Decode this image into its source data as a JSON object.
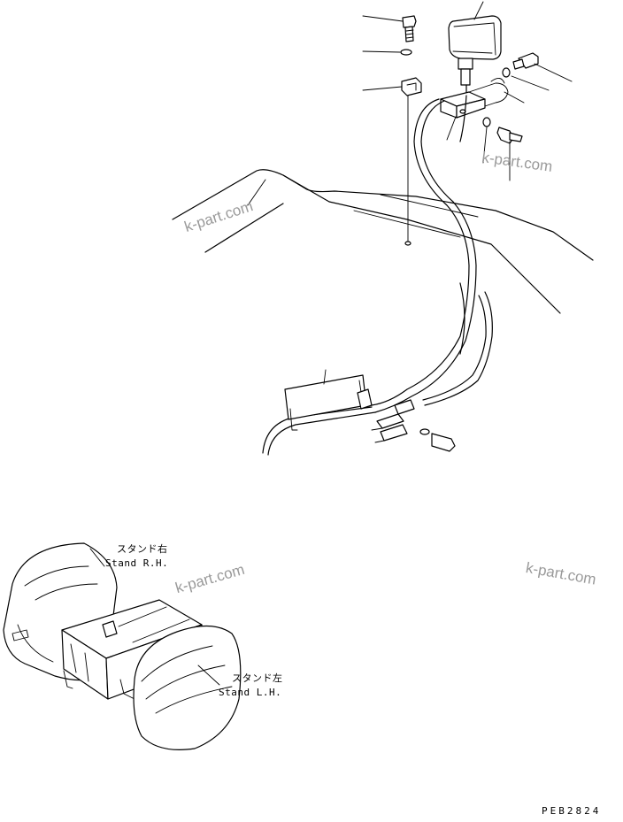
{
  "labels": {
    "stand_rh_jp": "スタンド右",
    "stand_rh_en": "Stand R.H.",
    "stand_lh_jp": "スタンド左",
    "stand_lh_en": "Stand L.H."
  },
  "watermarks": [
    "k-part.com",
    "k-part.com",
    "k-part.com",
    "k-part.com"
  ],
  "drawing_code": "PEB2824"
}
